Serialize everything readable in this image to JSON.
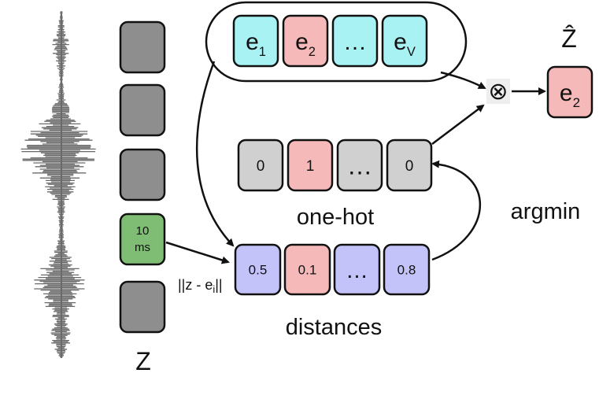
{
  "codebook": {
    "items": [
      {
        "base": "e",
        "sub": "1",
        "color": "#a9f2f4"
      },
      {
        "base": "e",
        "sub": "2",
        "color": "#f5b9b9"
      },
      {
        "base": "…",
        "sub": "",
        "color": "#a9f2f4"
      },
      {
        "base": "e",
        "sub": "V",
        "color": "#a9f2f4"
      }
    ]
  },
  "output": {
    "label": "Ẑ",
    "value_base": "e",
    "value_sub": "2",
    "color": "#f5b9b9"
  },
  "one_hot": {
    "label": "one-hot",
    "items": [
      {
        "text": "0",
        "color": "#d0d0d0"
      },
      {
        "text": "1",
        "color": "#f5b9b9"
      },
      {
        "text": "…",
        "color": "#d0d0d0"
      },
      {
        "text": "0",
        "color": "#d0d0d0"
      }
    ]
  },
  "distances": {
    "label": "distances",
    "formula": "||z - e",
    "formula_sub": "i",
    "formula_end": "||",
    "items": [
      {
        "text": "0.5",
        "color": "#c3c2f9"
      },
      {
        "text": "0.1",
        "color": "#f5b9b9"
      },
      {
        "text": "…",
        "color": "#c3c2f9"
      },
      {
        "text": "0.8",
        "color": "#c3c2f9"
      }
    ]
  },
  "argmin_label": "argmin",
  "multiply_symbol": "⊗",
  "frames": {
    "label": "Z",
    "items": [
      {
        "line1": "",
        "line2": "",
        "color": "#8e8e8e"
      },
      {
        "line1": "",
        "line2": "",
        "color": "#8e8e8e"
      },
      {
        "line1": "",
        "line2": "",
        "color": "#8e8e8e"
      },
      {
        "line1": "10",
        "line2": "ms",
        "color": "#7fbd74"
      },
      {
        "line1": "",
        "line2": "",
        "color": "#8e8e8e"
      }
    ]
  },
  "colors": {
    "stroke": "#111111",
    "waveform": "#6a6a6a"
  }
}
